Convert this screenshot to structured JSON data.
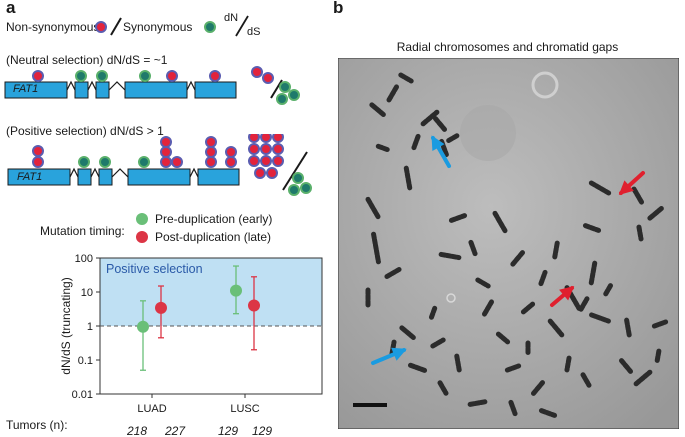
{
  "panel_a": {
    "letter": "a",
    "legend": {
      "nonsyn_label": "Non-synonymous",
      "syn_label": "Synonymous",
      "dnds_num": "dN",
      "dnds_den": "dS"
    },
    "neutral": {
      "title": "(Neutral selection)  dN/dS = ~1",
      "gene_label": "FAT1"
    },
    "positive": {
      "title": "(Positive selection) dN/dS > 1",
      "gene_label": "FAT1"
    },
    "timing": {
      "label": "Mutation timing:",
      "pre": "Pre-duplication (early)",
      "post": "Post-duplication (late)"
    },
    "colors": {
      "nonsyn_fill": "#e2233c",
      "nonsyn_ring": "#5b5db0",
      "syn_fill": "#1f7a6b",
      "syn_ring": "#5ab06b",
      "exon": "#29a3dc",
      "pre": "#6abf78",
      "post": "#dc3545",
      "band": "#bfe0f3"
    }
  },
  "chart_data": {
    "type": "scatter",
    "ylabel": "dN/dS (truncating)",
    "yscale": "log",
    "ylim": [
      0.01,
      100
    ],
    "yticks": [
      "0.01",
      "0.1",
      "1",
      "10",
      "100"
    ],
    "annotation": "Positive selection",
    "reference_line": 1,
    "groups": [
      "LUAD",
      "LUSC"
    ],
    "series": [
      {
        "name": "Pre-duplication (early)",
        "points": [
          {
            "group": "LUAD",
            "y": 0.95,
            "low": 0.05,
            "high": 5.5
          },
          {
            "group": "LUSC",
            "y": 11,
            "low": 2.3,
            "high": 58
          }
        ]
      },
      {
        "name": "Post-duplication (late)",
        "points": [
          {
            "group": "LUAD",
            "y": 3.4,
            "low": 0.45,
            "high": 15
          },
          {
            "group": "LUSC",
            "y": 4,
            "low": 0.2,
            "high": 28
          }
        ]
      }
    ],
    "tumors_label": "Tumors (n):",
    "tumors": [
      "218",
      "227",
      "129",
      "129"
    ]
  },
  "panel_b": {
    "letter": "b",
    "title": "Radial chromosomes and chromatid gaps",
    "arrow_colors": {
      "blue": "#1a9be0",
      "red": "#e0202e"
    }
  }
}
